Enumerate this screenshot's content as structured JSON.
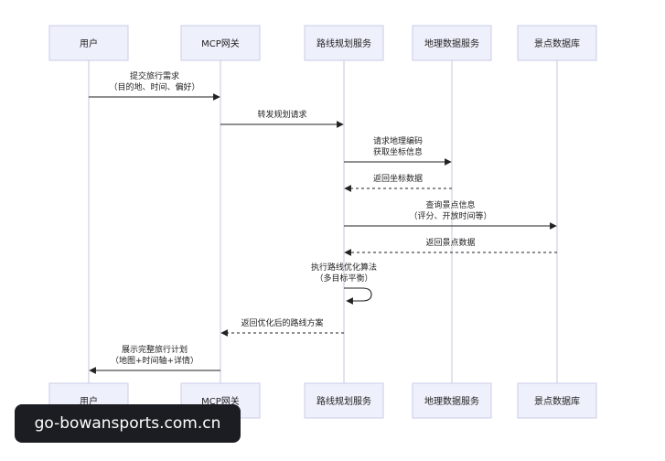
{
  "diagram": {
    "actors": [
      {
        "id": "user",
        "label": "用户"
      },
      {
        "id": "gateway",
        "label": "MCP网关"
      },
      {
        "id": "route",
        "label": "路线规划服务"
      },
      {
        "id": "geo",
        "label": "地理数据服务"
      },
      {
        "id": "poi",
        "label": "景点数据库"
      }
    ],
    "messages": [
      {
        "from": "user",
        "to": "gateway",
        "style": "solid",
        "lines": [
          "提交旅行需求",
          "（目的地、时间、偏好）"
        ]
      },
      {
        "from": "gateway",
        "to": "route",
        "style": "solid",
        "lines": [
          "转发规划请求"
        ]
      },
      {
        "from": "route",
        "to": "geo",
        "style": "solid",
        "lines": [
          "请求地理编码",
          "获取坐标信息"
        ]
      },
      {
        "from": "geo",
        "to": "route",
        "style": "dashed",
        "lines": [
          "返回坐标数据"
        ]
      },
      {
        "from": "route",
        "to": "poi",
        "style": "solid",
        "lines": [
          "查询景点信息",
          "（评分、开放时间等）"
        ]
      },
      {
        "from": "poi",
        "to": "route",
        "style": "dashed",
        "lines": [
          "返回景点数据"
        ]
      },
      {
        "from": "route",
        "to": "route",
        "style": "self",
        "lines": [
          "执行路线优化算法",
          "（多目标平衡）"
        ]
      },
      {
        "from": "route",
        "to": "gateway",
        "style": "dashed",
        "lines": [
          "返回优化后的路线方案"
        ]
      },
      {
        "from": "gateway",
        "to": "user",
        "style": "solid",
        "lines": [
          "展示完整旅行计划",
          "（地图+时间轴+详情）"
        ]
      }
    ]
  },
  "watermark": {
    "text": "go-bowansports.com.cn"
  },
  "colors": {
    "actor_fill": "#eef0fb",
    "actor_stroke": "#c9cde8",
    "lifeline": "#c6c8d8",
    "arrow": "#222222"
  }
}
